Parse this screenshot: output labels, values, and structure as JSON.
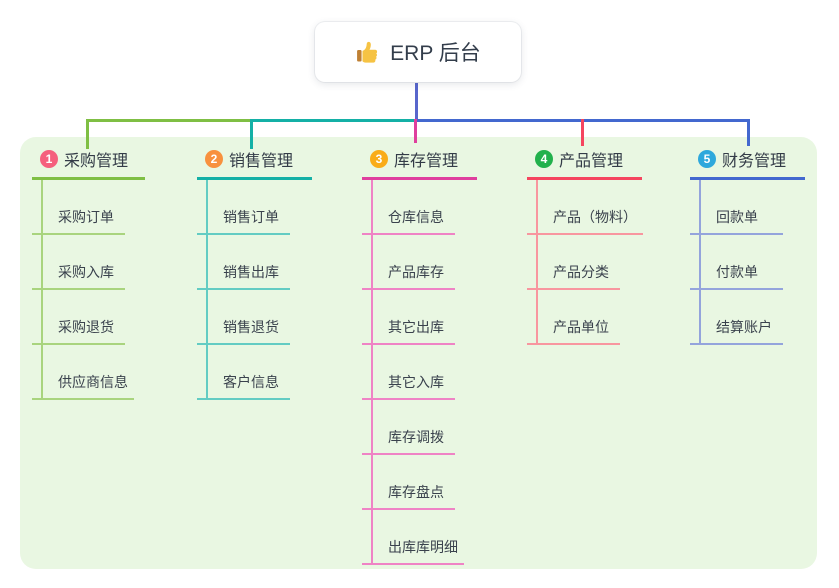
{
  "root": {
    "icon": "thumbs-up",
    "label": "ERP 后台"
  },
  "colors": {
    "canvas_bg": "#ffffff",
    "panel_bg": "#e9f7e2",
    "root_card_bg": "#ffffff",
    "root_text": "#333d4b",
    "item_text": "#3a424d",
    "root_connector": "#5866cc"
  },
  "branches": [
    {
      "badge": "1",
      "title": "采购管理",
      "badge_color": "#f5607d",
      "line_color": "#7fbf44",
      "sub_line_color": "#a9d47e",
      "items": [
        "采购订单",
        "采购入库",
        "采购退货",
        "供应商信息"
      ]
    },
    {
      "badge": "2",
      "title": "销售管理",
      "badge_color": "#f8913e",
      "line_color": "#14b0a6",
      "sub_line_color": "#63ccc3",
      "items": [
        "销售订单",
        "销售出库",
        "销售退货",
        "客户信息"
      ]
    },
    {
      "badge": "3",
      "title": "库存管理",
      "badge_color": "#f9ac18",
      "line_color": "#df3f9e",
      "sub_line_color": "#ef83c5",
      "items": [
        "仓库信息",
        "产品库存",
        "其它出库",
        "其它入库",
        "库存调拨",
        "库存盘点",
        "出库库明细"
      ]
    },
    {
      "badge": "4",
      "title": "产品管理",
      "badge_color": "#22b14c",
      "line_color": "#f5455f",
      "sub_line_color": "#f8969f",
      "items": [
        "产品（物料）",
        "产品分类",
        "产品单位"
      ]
    },
    {
      "badge": "5",
      "title": "财务管理",
      "badge_color": "#2ea8dc",
      "line_color": "#4368cf",
      "sub_line_color": "#94a4dc",
      "items": [
        "回款单",
        "付款单",
        "结算账户"
      ]
    }
  ]
}
